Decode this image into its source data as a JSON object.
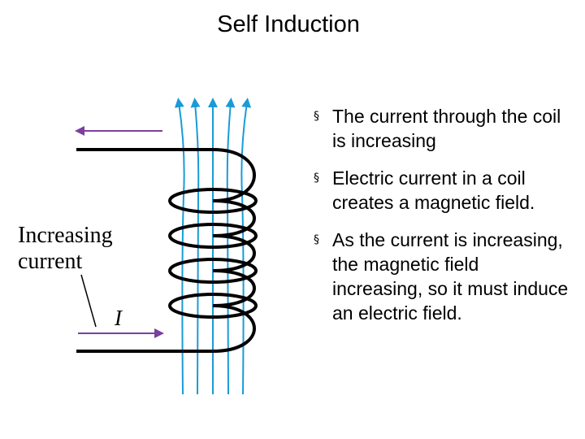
{
  "slide": {
    "title": "Self Induction"
  },
  "figure": {
    "label_line1": "Increasing",
    "label_line2": "current",
    "current_symbol": "I",
    "colors": {
      "field_lines": "#1a9bd7",
      "arrows": "#7b3f9e",
      "coil": "#000000"
    },
    "icons": [
      "magnetic-field-lines",
      "current-direction-arrow",
      "solenoid-coil"
    ]
  },
  "bullets": {
    "marker": "§",
    "items": [
      {
        "text": "The current through the coil is increasing"
      },
      {
        "text": "Electric current in a coil creates a magnetic field."
      },
      {
        "text": "As the current is increasing,  the magnetic field increasing, so it must induce an electric field."
      }
    ]
  }
}
